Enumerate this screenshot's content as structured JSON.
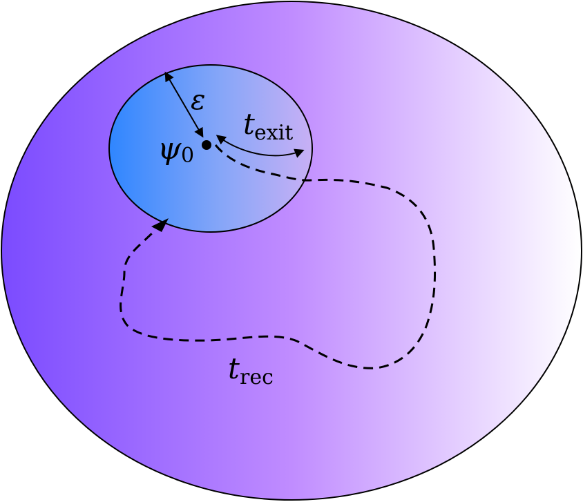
{
  "colors": {
    "outer_gradient_left": "#7d4dff",
    "outer_gradient_mid": "#c08cff",
    "outer_gradient_right": "#ffffff",
    "inner_gradient_left": "#2f86ff",
    "inner_gradient_right": "#c8b0f5",
    "stroke": "#000000"
  },
  "labels": {
    "epsilon": "ε",
    "psi": "ψ",
    "psi_sub": "0",
    "t_exit_main": "t",
    "t_exit_sub": "exit",
    "t_rec_main": "t",
    "t_rec_sub": "rec"
  }
}
